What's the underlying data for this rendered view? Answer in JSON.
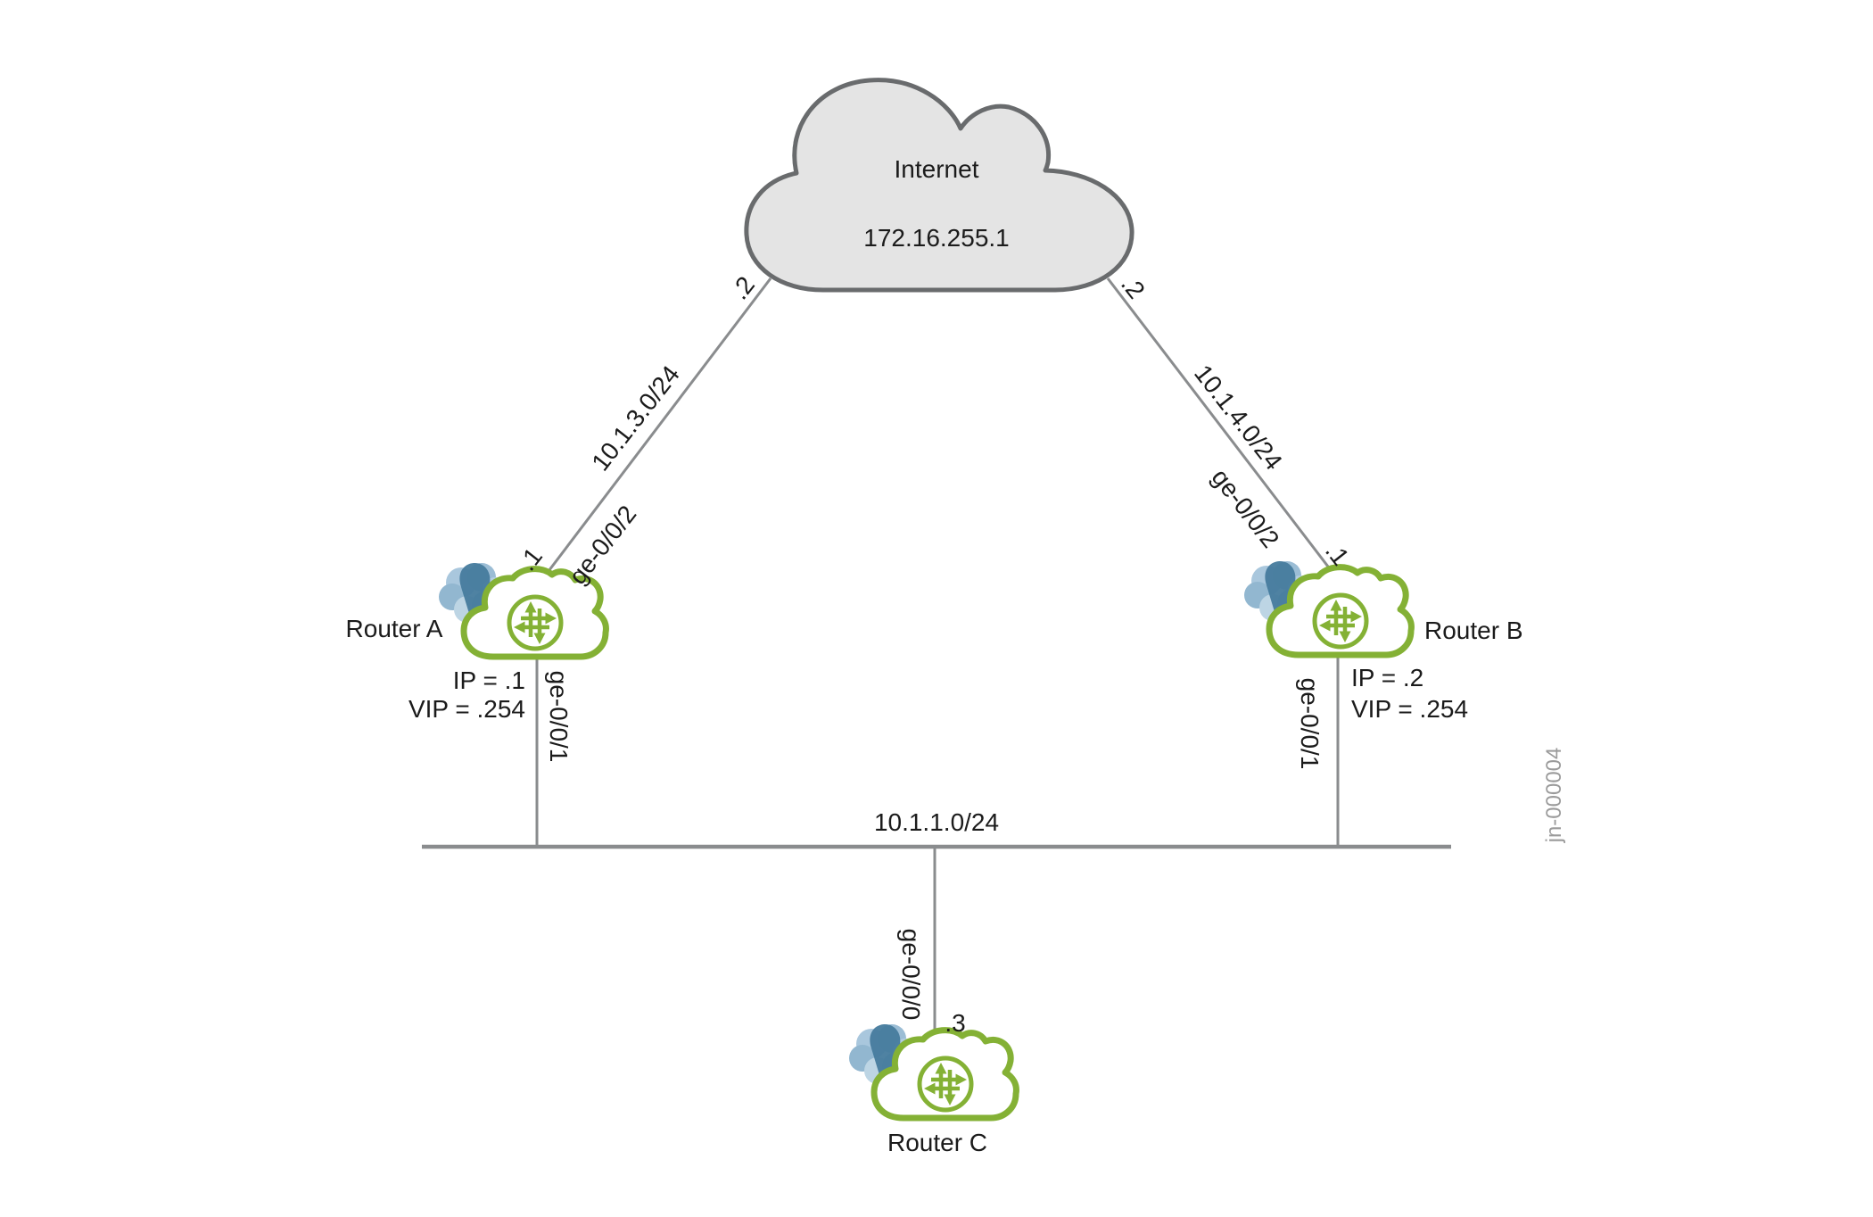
{
  "internet": {
    "label": "Internet",
    "address": "172.16.255.1"
  },
  "routers": {
    "a": {
      "name": "Router A",
      "ip": "IP = .1",
      "vip": "VIP = .254"
    },
    "b": {
      "name": "Router B",
      "ip": "IP = .2",
      "vip": "VIP = .254"
    },
    "c": {
      "name": "Router C"
    }
  },
  "links": {
    "internet_a": {
      "subnet": "10.1.3.0/24",
      "interface": "ge-0/0/2",
      "internet_end": ".2",
      "router_end": ".1"
    },
    "internet_b": {
      "subnet": "10.1.4.0/24",
      "interface": "ge-0/0/2",
      "internet_end": ".2",
      "router_end": ".1"
    },
    "lan": {
      "subnet": "10.1.1.0/24"
    },
    "a_lan": {
      "interface": "ge-0/0/1"
    },
    "b_lan": {
      "interface": "ge-0/0/1"
    },
    "c_lan": {
      "interface": "ge-0/0/0",
      "router_end": ".3"
    }
  },
  "watermark": "jn-000004",
  "colors": {
    "juniper_green": "#84b135",
    "internet_cloud_fill": "#e4e4e4",
    "internet_cloud_stroke": "#696b6d",
    "link_line": "#8a8c8e",
    "text": "#1b1b1b",
    "watermark_text": "#9b9b9b",
    "flower_dark_blue": "#467b9d",
    "flower_light_blue": "#a9c7dd"
  }
}
